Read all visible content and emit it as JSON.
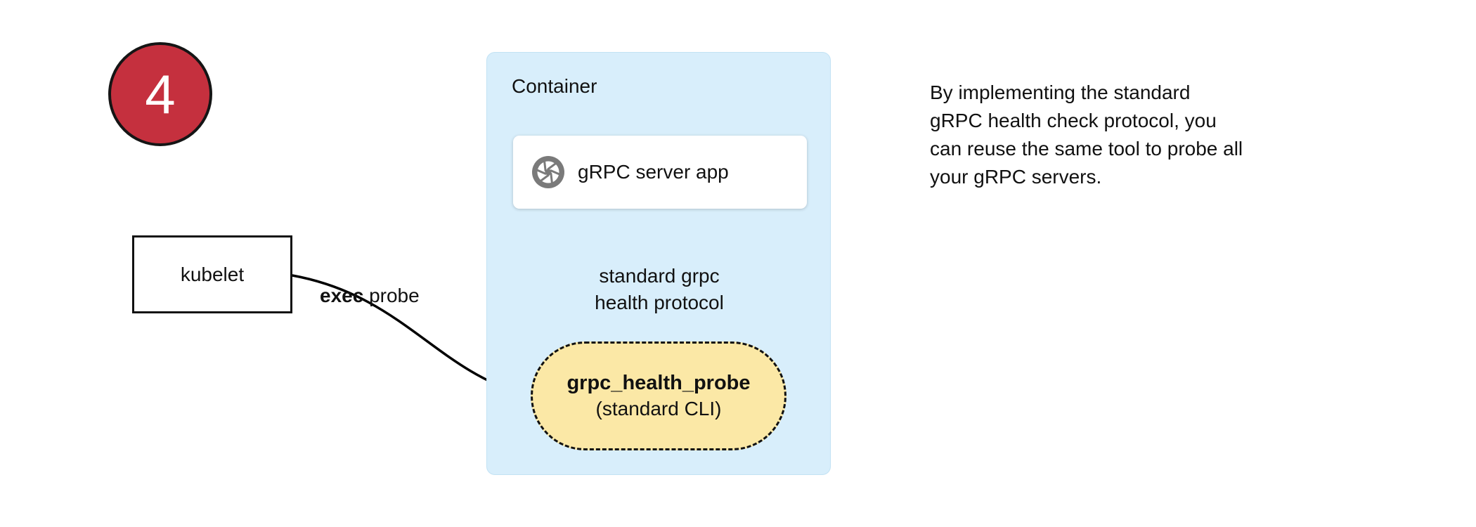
{
  "badge": {
    "number": "4"
  },
  "container": {
    "label": "Container"
  },
  "server_box": {
    "label": "gRPC server app"
  },
  "probe_shape": {
    "title": "grpc_health_probe",
    "subtitle": "(standard CLI)"
  },
  "kubelet_box": {
    "label": "kubelet"
  },
  "labels": {
    "protocol_line1": "standard grpc",
    "protocol_line2": "health protocol",
    "exec_bold": "exec",
    "exec_rest": " probe"
  },
  "note": {
    "lines": [
      "By implementing the standard",
      "gRPC health check protocol, you",
      "can reuse the same tool to probe all",
      "your gRPC servers."
    ]
  },
  "colors": {
    "badge_fill": "#c5303e",
    "container_fill": "#d8eefb",
    "probe_fill": "#fbe8a6",
    "arrow": "#000000"
  }
}
